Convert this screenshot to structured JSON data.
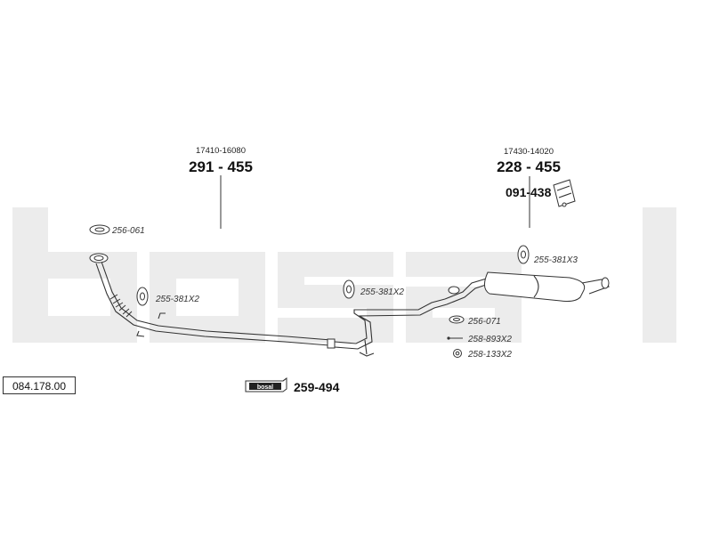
{
  "diagram": {
    "reference_number": "084.178.00",
    "watermark_brand": "bosal",
    "front_pipe": {
      "oem_number": "17410-16080",
      "part_number": "291 - 455"
    },
    "rear_muffler": {
      "oem_number": "17430-14020",
      "part_number": "228 - 455",
      "bracket_number": "091-438"
    },
    "fittings": {
      "gasket_front": "256-061",
      "mount_front": "255-381X2",
      "mount_middle": "255-381X2",
      "mount_rear": "255-381X3",
      "gasket_rear": "256-071",
      "bolt": "258-893X2",
      "nut": "258-133X2"
    },
    "assembly_kit": {
      "box_label": "bosal",
      "part_number": "259-494"
    }
  }
}
